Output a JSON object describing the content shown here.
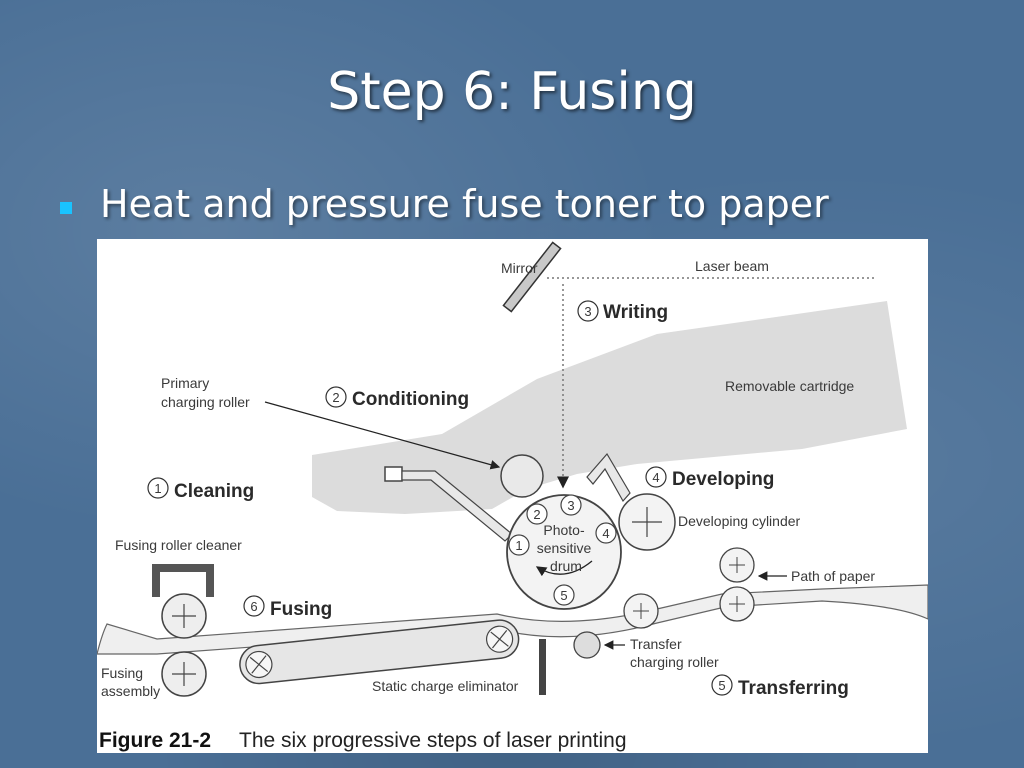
{
  "slide": {
    "title": "Step 6: Fusing",
    "bullet": "Heat and pressure fuse toner to paper"
  },
  "figure": {
    "labels": {
      "mirror": "Mirror",
      "laser_beam": "Laser beam",
      "removable_cartridge": "Removable cartridge",
      "primary_line1": "Primary",
      "primary_line2": "charging roller",
      "developing_cylinder": "Developing cylinder",
      "fusing_roller_cleaner": "Fusing roller cleaner",
      "path_of_paper": "Path of paper",
      "fusing_assembly_line1": "Fusing",
      "fusing_assembly_line2": "assembly",
      "static_charge_eliminator": "Static charge eliminator",
      "transfer_line1": "Transfer",
      "transfer_line2": "charging roller",
      "drum_line1": "Photo-",
      "drum_line2": "sensitive",
      "drum_line3": "drum"
    },
    "steps": {
      "cleaning": {
        "num": "1",
        "label": "Cleaning"
      },
      "conditioning": {
        "num": "2",
        "label": "Conditioning"
      },
      "writing": {
        "num": "3",
        "label": "Writing"
      },
      "developing": {
        "num": "4",
        "label": "Developing"
      },
      "transferring": {
        "num": "5",
        "label": "Transferring"
      },
      "fusing": {
        "num": "6",
        "label": "Fusing"
      }
    },
    "caption": {
      "figure_number": "Figure 21-2",
      "text": "The six progressive steps of laser printing"
    }
  }
}
